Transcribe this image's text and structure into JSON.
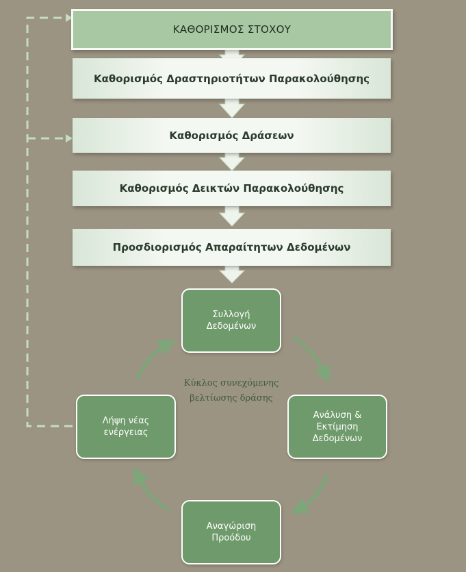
{
  "goal": "ΚΑΘΟΡΙΣΜΟΣ ΣΤΟΧΟΥ",
  "steps": [
    "Καθορισμός Δραστηριοτήτων Παρακολούθησης",
    "Καθορισμός Δράσεων",
    "Καθορισμός Δεικτών Παρακολούθησης",
    "Προσδιορισμός Απαραίτητων Δεδομένων"
  ],
  "cycle": {
    "label": "Κύκλος συνεχόμενης\nβελτίωσης δράσης",
    "nodes": {
      "collect": "Συλλογή\nΔεδομένων",
      "analyze": "Ανάλυση &\nΕκτίμηση\nΔεδομένων",
      "progress": "Αναγώριση\nΠροόδου",
      "action": "Λήψη  νέας\nενέργειας"
    }
  },
  "colors": {
    "background": "#9c9482",
    "goal_fill": "#a7c8a3",
    "step_fill": "#f4f8f2",
    "cycle_node_fill": "#6f9a6b",
    "connector_arrow": "#eef4ec",
    "cycle_arrow": "#7ea67a",
    "feedback_dashed": "#c6dcc2"
  }
}
